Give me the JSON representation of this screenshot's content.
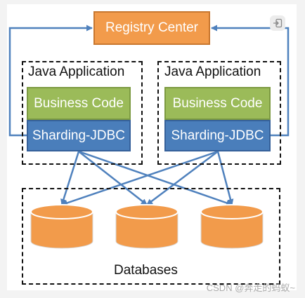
{
  "diagram": {
    "registry_label": "Registry Center",
    "apps": [
      {
        "title": "Java Application",
        "business_label": "Business Code",
        "sharding_label": "Sharding-JDBC"
      },
      {
        "title": "Java Application",
        "business_label": "Business Code",
        "sharding_label": "Sharding-JDBC"
      }
    ],
    "databases_label": "Databases",
    "database_count": 3
  },
  "colors": {
    "registry": "#f29b4b",
    "business": "#9bbb59",
    "sharding": "#4a7ebb",
    "arrow": "#4f81bd",
    "cylinder": "#f29b4b"
  },
  "watermark": "CSDN @奔走的蚂蚁~",
  "icons": {
    "exit": "exit-icon"
  }
}
